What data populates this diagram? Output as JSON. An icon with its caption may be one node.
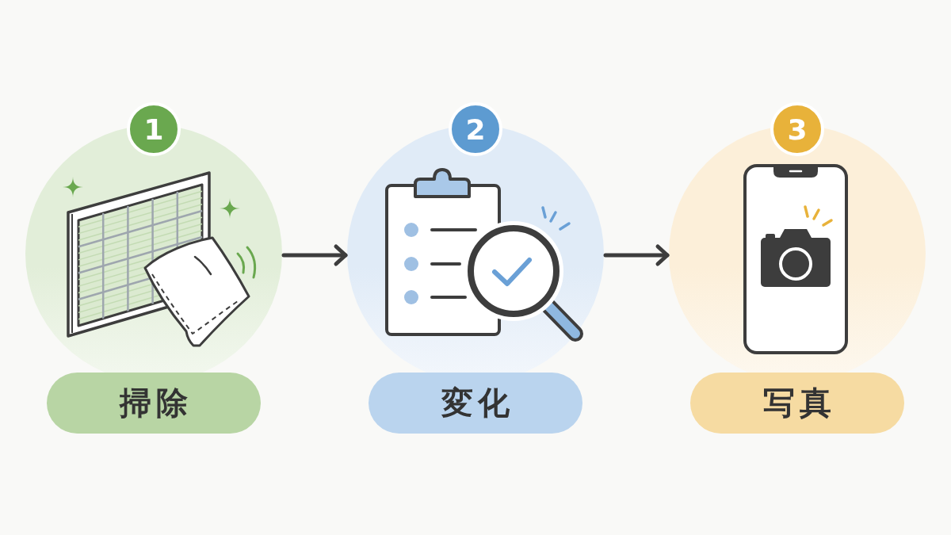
{
  "diagram": {
    "nodes": [
      {
        "text": [
          "1",
          "掃除"
        ]
      },
      {
        "text": [
          "2",
          "変化"
        ]
      },
      {
        "text": [
          "3",
          "写真"
        ]
      }
    ],
    "edges": [
      {
        "from": 0,
        "to": 1,
        "arrow": "to"
      },
      {
        "from": 1,
        "to": 2,
        "arrow": "to"
      }
    ]
  }
}
